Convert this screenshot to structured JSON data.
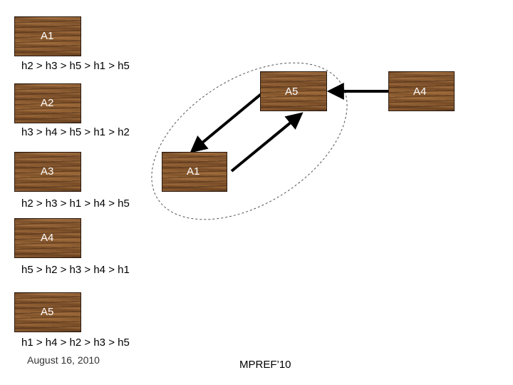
{
  "agents_list": [
    {
      "label": "A1",
      "preference": "h2 > h3 > h5 > h1 > h5"
    },
    {
      "label": "A2",
      "preference": "h3 > h4 > h5 > h1 > h2"
    },
    {
      "label": "A3",
      "preference": "h2 > h3 > h1 > h4 > h5"
    },
    {
      "label": "A4",
      "preference": "h5 > h2 > h3 > h4 > h1"
    },
    {
      "label": "A5",
      "preference": "h1 > h4 > h2 > h3 > h5"
    }
  ],
  "graph": {
    "node_a1": "A1",
    "node_a5": "A5",
    "node_a4": "A4"
  },
  "footer": {
    "date": "August 16, 2010",
    "venue": "MPREF’10"
  }
}
